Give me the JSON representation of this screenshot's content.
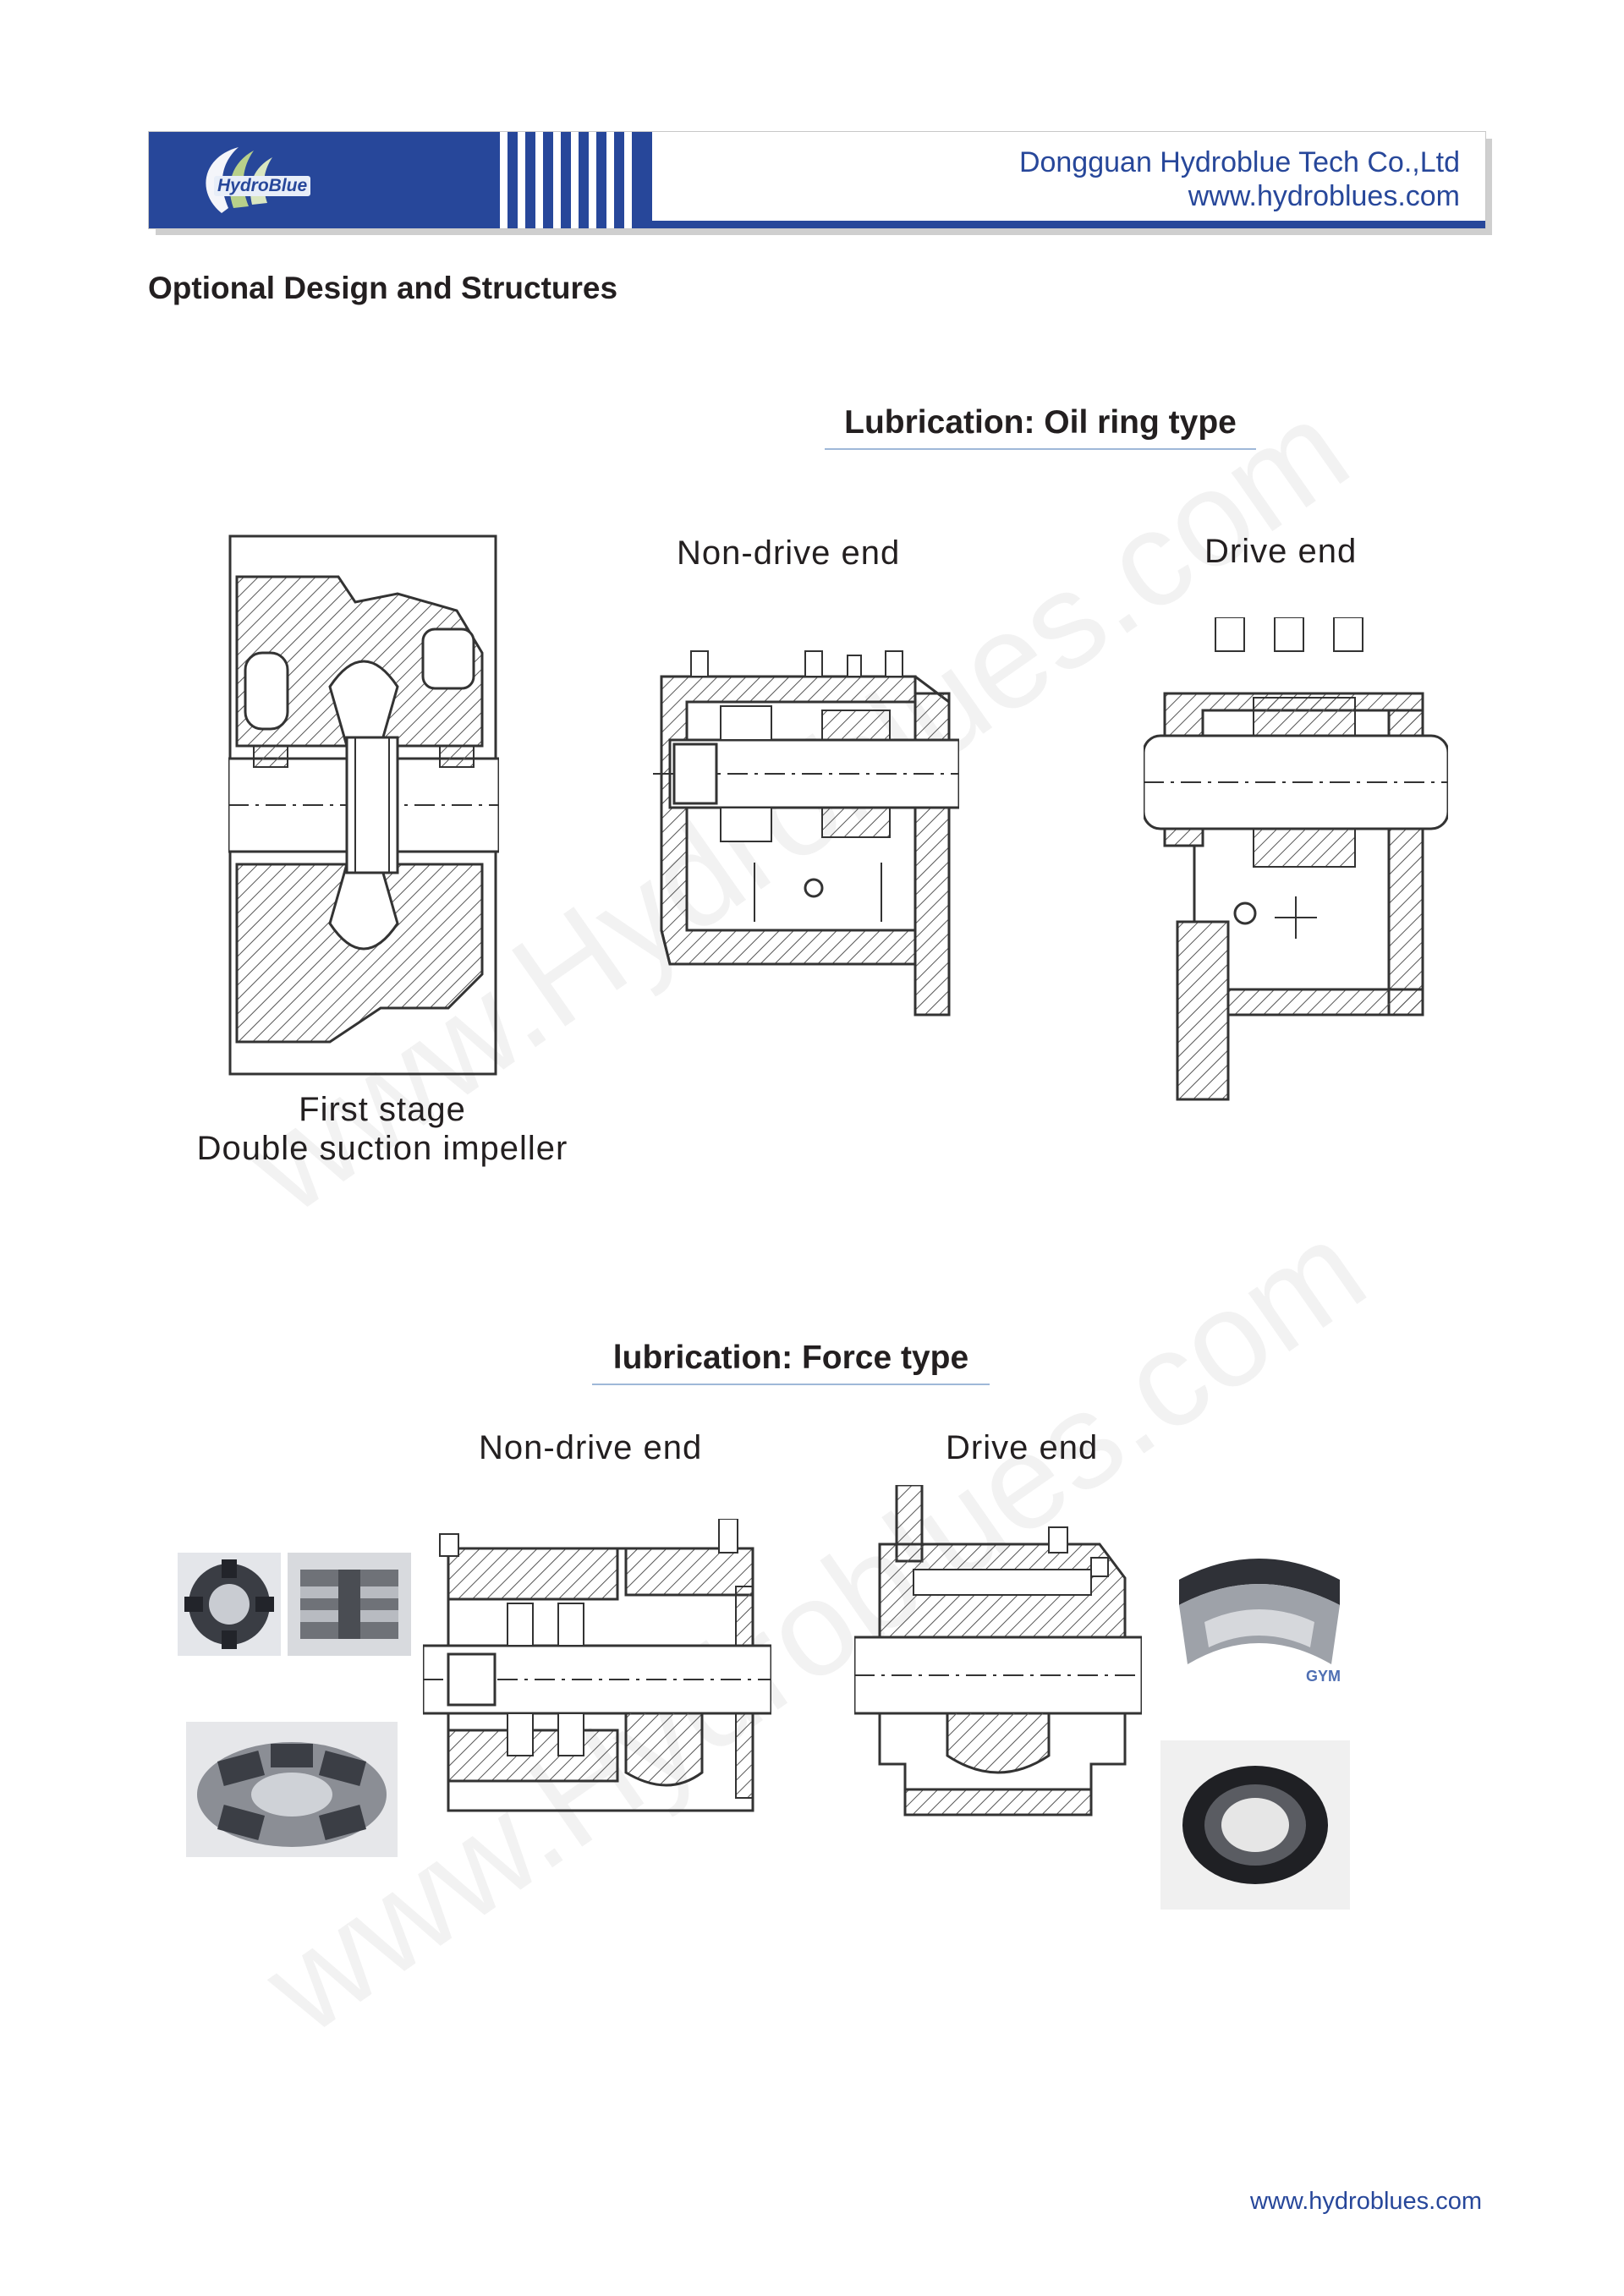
{
  "header": {
    "logo_text": "HydroBlue",
    "company_name": "Dongguan Hydroblue Tech Co.,Ltd",
    "website": "www.hydroblues.com",
    "colors": {
      "brand_blue": "#27479a"
    }
  },
  "page": {
    "section_heading": "Optional Design and Structures",
    "watermark": "www.Hydroblues.com"
  },
  "oil_ring": {
    "heading": "Lubrication:  Oil ring type",
    "non_drive_end": "Non-drive end",
    "drive_end": "Drive end",
    "first_stage_line1": "First stage",
    "first_stage_line2": "Double suction impeller"
  },
  "force": {
    "heading": "lubrication:  Force type",
    "non_drive_end": "Non-drive end",
    "drive_end": "Drive end",
    "photo_brand": "GYM"
  },
  "footer": {
    "website": "www.hydroblues.com"
  }
}
